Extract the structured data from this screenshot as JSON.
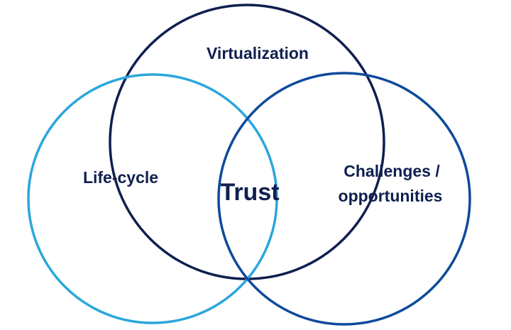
{
  "diagram": {
    "sets": [
      {
        "id": "virtualization",
        "label": "Virtualization",
        "color": "#0f1f4f"
      },
      {
        "id": "life-cycle",
        "label": "Life-cycle",
        "color": "#2aa7db"
      },
      {
        "id": "challenges",
        "label_lines": [
          "Challenges /",
          "opportunities"
        ],
        "color": "#0d4a9b"
      }
    ],
    "center": {
      "label": "Trust",
      "color": "#0f1f4f"
    },
    "label_color": "#0f1f4f"
  }
}
